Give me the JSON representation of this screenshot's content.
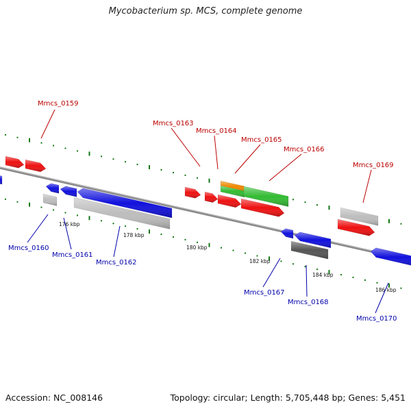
{
  "title": "Mycobacterium sp. MCS, complete genome",
  "footer": {
    "accession": "Accession: NC_008146",
    "summary": "Topology: circular; Length: 5,705,448 bp; Genes: 5,451"
  },
  "colors": {
    "forward": "#ee1111",
    "reverse": "#1111dd",
    "light_gray": "#bdbdbd",
    "dark_gray": "#555555",
    "green": "#33bb33",
    "orange": "#ee8800",
    "tick": "#117711",
    "backbone": "#888888",
    "label_forward": "#bb0000",
    "label_reverse": "#0000aa"
  },
  "scale_labels": [
    "176 kbp",
    "178 kbp",
    "180 kbp",
    "182 kbp",
    "184 kbp",
    "186 kbp"
  ],
  "gene_labels": {
    "forward": [
      "Mmcs_0159",
      "Mmcs_0163",
      "Mmcs_0164",
      "Mmcs_0165",
      "Mmcs_0166",
      "Mmcs_0169"
    ],
    "reverse": [
      "Mmcs_0160",
      "Mmcs_0161",
      "Mmcs_0162",
      "Mmcs_0167",
      "Mmcs_0168",
      "Mmcs_0170"
    ]
  }
}
